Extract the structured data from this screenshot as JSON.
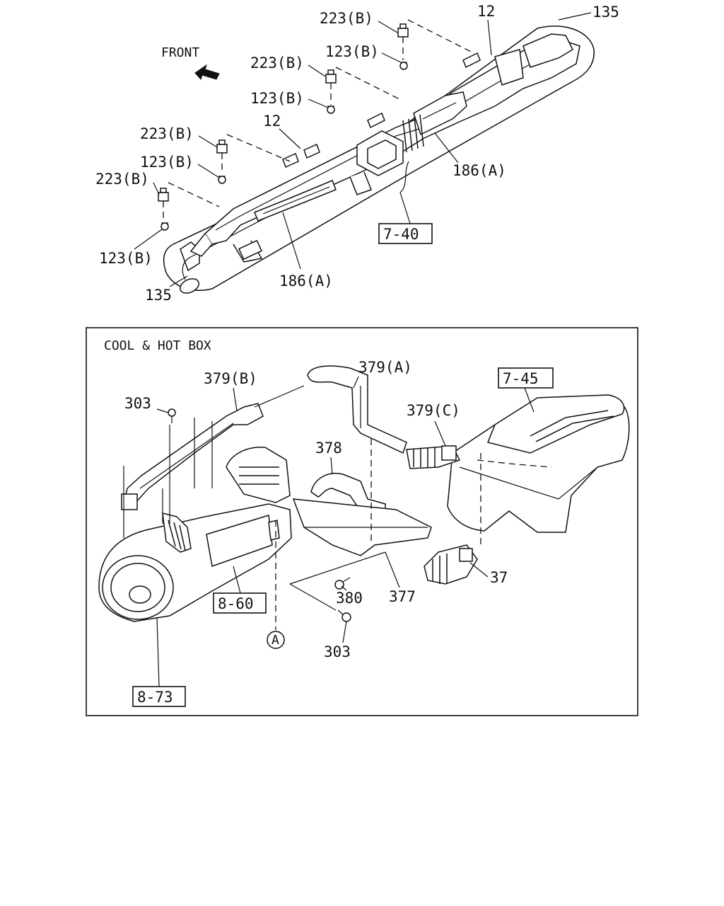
{
  "top_section": {
    "front_label": "FRONT",
    "labels": {
      "l_223b_a": "223(B)",
      "l_12_a": "12",
      "l_135_a": "135",
      "l_123b_a": "123(B)",
      "l_223b_b": "223(B)",
      "l_123b_b": "123(B)",
      "l_12_b": "12",
      "l_223b_c": "223(B)",
      "l_123b_c": "123(B)",
      "l_223b_d": "223(B)",
      "l_186a_a": "186(A)",
      "l_123b_d": "123(B)",
      "l_135_b": "135",
      "l_186a_b": "186(A)"
    },
    "ref_box": "7-40"
  },
  "cool_hot_box": {
    "title": "COOL & HOT BOX",
    "labels": {
      "l_379b": "379(B)",
      "l_379a": "379(A)",
      "l_303_a": "303",
      "l_379c": "379(C)",
      "l_378": "378",
      "l_37": "37",
      "l_380": "380",
      "l_377": "377",
      "l_303_b": "303",
      "l_circle_a": "A"
    },
    "ref_boxes": {
      "r_745": "7-45",
      "r_860": "8-60",
      "r_873": "8-73"
    }
  }
}
